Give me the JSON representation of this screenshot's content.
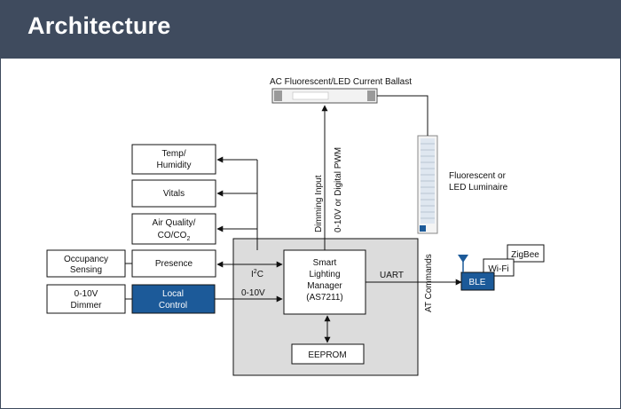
{
  "header": {
    "title": "Architecture"
  },
  "diagram": {
    "ballast_label": "AC Fluorescent/LED Current Ballast",
    "luminaire_label": [
      "Fluorescent or",
      "LED Luminaire"
    ],
    "blocks": {
      "temp_humidity": [
        "Temp/",
        "Humidity"
      ],
      "vitals": "Vitals",
      "air_quality_line1": "Air Quality/",
      "air_quality_line2_main": "CO/CO",
      "air_quality_line2_sub": "2",
      "presence": "Presence",
      "occupancy": [
        "Occupancy",
        "Sensing"
      ],
      "dimmer": [
        "0-10V",
        "Dimmer"
      ],
      "local_control": [
        "Local",
        "Control"
      ],
      "manager": [
        "Smart",
        "Lighting",
        "Manager",
        "(AS7211)"
      ],
      "eeprom": "EEPROM",
      "ble": "BLE",
      "wifi": "Wi-Fi",
      "zigbee": "ZigBee"
    },
    "signals": {
      "i2c_main": "I",
      "i2c_sup": "2",
      "i2c_end": "C",
      "dimming_input": "Dimming Input",
      "dimming_types": "0-10V or Digital PWM",
      "uart": "UART",
      "at_commands": "AT Commands",
      "zero_ten_v": "0-10V"
    },
    "colors": {
      "header_bg": "#3f4b5e",
      "board_bg": "#dcdcdc",
      "accent_blue": "#1c5a99"
    }
  }
}
